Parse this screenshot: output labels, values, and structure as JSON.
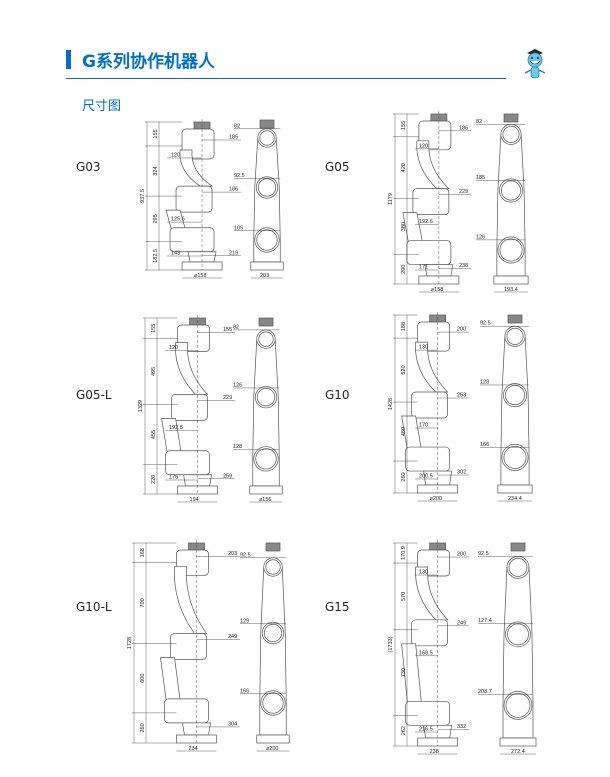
{
  "header": {
    "title": "G系列协作机器人",
    "section": "尺寸图"
  },
  "colors": {
    "accent": "#0070c0"
  },
  "figures": [
    {
      "model": "G03",
      "total": "937.5",
      "segments": [
        "155",
        "324",
        "295",
        "182.5"
      ],
      "right": [
        "185",
        "186",
        "219"
      ],
      "inner": [
        "120",
        "125.6",
        "143"
      ],
      "base": "⌀158",
      "front": [
        "82",
        "92.5",
        "105"
      ],
      "front_base": "203"
    },
    {
      "model": "G05",
      "total": "1179",
      "segments": [
        "155",
        "420",
        "380",
        "200"
      ],
      "right": [
        "186",
        "229",
        "238"
      ],
      "inner": [
        "120",
        "192.6",
        "171"
      ],
      "base": "⌀158",
      "front": [
        "82",
        "185",
        "126"
      ],
      "front_base": "193.4"
    },
    {
      "model": "G05-L",
      "total": "1329",
      "segments": [
        "155",
        "495",
        "455",
        "220"
      ],
      "right": [
        "155",
        "229",
        "259"
      ],
      "inner": [
        "120",
        "192.5",
        "176"
      ],
      "base": "194",
      "front": [
        "82",
        "126",
        "128"
      ],
      "front_base": "⌀156"
    },
    {
      "model": "G10",
      "total": "1428",
      "segments": [
        "188",
        "520",
        "480",
        "260"
      ],
      "right": [
        "200",
        "253",
        "302"
      ],
      "inner": [
        "130",
        "170",
        "200.5"
      ],
      "base": "⌀200",
      "front": [
        "92.5",
        "128",
        "166"
      ],
      "front_base": "234.4"
    },
    {
      "model": "G10-L",
      "total": "1728",
      "segments": [
        "168",
        "700",
        "600",
        "260"
      ],
      "right": [
        "203",
        "249",
        "304"
      ],
      "inner": [],
      "base": "234",
      "front": [
        "92.5",
        "129",
        "166"
      ],
      "front_base": "⌀200"
    },
    {
      "model": "G15",
      "total": "(1733)",
      "segments": [
        "170.9",
        "570",
        "730",
        "262"
      ],
      "right": [
        "200",
        "249",
        "332"
      ],
      "inner": [
        "130",
        "168.5",
        "216.5"
      ],
      "base": "238",
      "front": [
        "92.5",
        "127.4",
        "208.7"
      ],
      "front_base": "272.4"
    }
  ]
}
